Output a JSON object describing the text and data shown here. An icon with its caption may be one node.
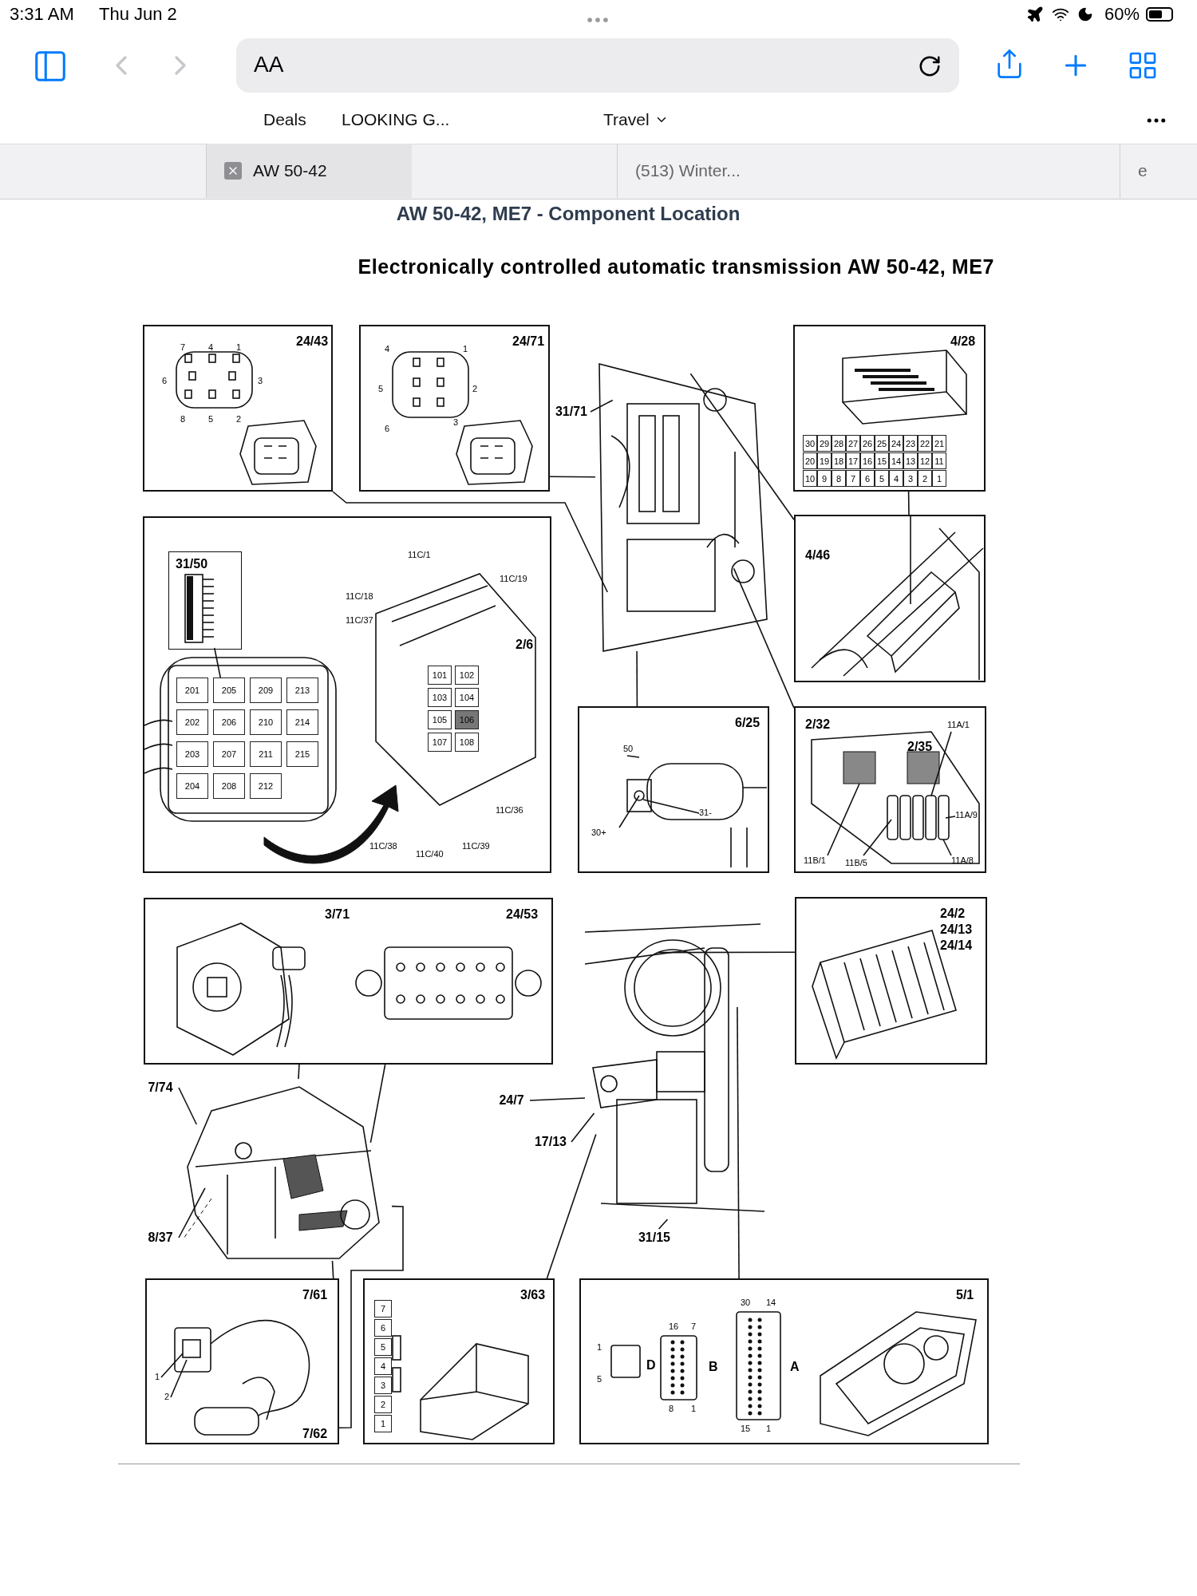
{
  "diagram": {
    "title": "AW 50-42, ME7 - Component Location",
    "nodes": [
      {
        "text": [
          "24/43",
          "7",
          "4",
          "1",
          "6",
          "3",
          "8",
          "5",
          "2"
        ]
      },
      {
        "text": [
          "24/71",
          "4",
          "1",
          "5",
          "2",
          "6",
          "3"
        ]
      },
      {
        "text": [
          "31/71"
        ]
      },
      {
        "text": [],
        "shape": "picture"
      },
      {
        "text": [
          "4/28",
          "30",
          "29",
          "28",
          "27",
          "26",
          "25",
          "24",
          "23",
          "22",
          "21",
          "20",
          "19",
          "18",
          "17",
          "16",
          "15",
          "14",
          "13",
          "12",
          "11",
          "10",
          "9",
          "8",
          "7",
          "6",
          "5",
          "4",
          "3",
          "2",
          "1"
        ]
      },
      {
        "text": [
          "4/46"
        ]
      },
      {
        "text": [
          "11C/1",
          "11C/18",
          "11C/37",
          "11C/19",
          "2/6",
          "11C/36",
          "11C/38",
          "11C/40",
          "11C/39",
          "201",
          "202",
          "203",
          "204",
          "205",
          "206",
          "207",
          "208",
          "209",
          "210",
          "211",
          "212",
          "213",
          "214",
          "215",
          "101",
          "102",
          "103",
          "104",
          "105",
          "106",
          "107",
          "108"
        ]
      },
      {
        "text": [
          "31/50"
        ],
        "in": 6
      },
      {
        "text": [
          "6/25",
          "50",
          "31-",
          "30+"
        ]
      },
      {
        "text": [
          "2/32",
          "11A/1",
          "2/35",
          "11A/9",
          "11B/1",
          "11B/5",
          "11A/8"
        ]
      },
      {
        "text": [
          "3/71",
          "24/53"
        ]
      },
      {
        "text": [
          "24/2",
          "24/13",
          "24/14"
        ]
      },
      {
        "text": [
          "7/74"
        ]
      },
      {
        "text": [],
        "shape": "picture"
      },
      {
        "text": [
          "8/37"
        ]
      },
      {
        "text": [
          "24/7"
        ]
      },
      {
        "text": [
          "17/13"
        ]
      },
      {
        "text": [],
        "shape": "picture"
      },
      {
        "text": [
          "31/15"
        ]
      },
      {
        "text": [
          "7/61",
          "7/62",
          "1",
          "2"
        ]
      },
      {
        "text": [
          "3/63",
          "7",
          "6",
          "5",
          "4",
          "3",
          "2",
          "1"
        ]
      },
      {
        "text": [
          "5/1",
          "30",
          "14",
          "16",
          "7",
          "1",
          "D",
          "B",
          "A",
          "5",
          "8",
          "1",
          "15",
          "1"
        ]
      }
    ],
    "edges": [
      {
        "from": 0,
        "to": 3,
        "arrow": "none"
      },
      {
        "from": 1,
        "to": 3,
        "arrow": "none"
      },
      {
        "from": 2,
        "to": 3,
        "arrow": "none"
      },
      {
        "from": 3,
        "to": 5,
        "arrow": "none"
      },
      {
        "from": 3,
        "to": 9,
        "arrow": "none"
      },
      {
        "from": 3,
        "to": 8,
        "arrow": "none"
      },
      {
        "from": 4,
        "to": 5,
        "arrow": "none"
      },
      {
        "from": 10,
        "to": 13,
        "arrow": "none"
      },
      {
        "from": 10,
        "to": 13,
        "arrow": "none"
      },
      {
        "from": 13,
        "to": 19,
        "arrow": "none"
      },
      {
        "from": 13,
        "to": 19,
        "arrow": "none"
      },
      {
        "from": 12,
        "to": 13,
        "arrow": "none"
      },
      {
        "from": 14,
        "to": 13,
        "arrow": "none"
      },
      {
        "from": 15,
        "to": 17,
        "arrow": "none"
      },
      {
        "from": 16,
        "to": 17,
        "arrow": "none"
      },
      {
        "from": 17,
        "to": 20,
        "arrow": "none"
      },
      {
        "from": 17,
        "to": 11,
        "arrow": "none"
      },
      {
        "from": 17,
        "to": 21,
        "arrow": "none"
      },
      {
        "from": 18,
        "to": 17,
        "arrow": "none"
      },
      {
        "from": 7,
        "to": null,
        "arrow": "none"
      }
    ],
    "labels": [
      "3:31 AM",
      "Thu Jun 2",
      "60%",
      "AA",
      "Deals",
      "LOOKING G...",
      "Travel",
      "AW 50-42",
      "(513) Winter...",
      "e",
      "Electronically controlled automatic transmission AW 50-42, ME7"
    ]
  }
}
